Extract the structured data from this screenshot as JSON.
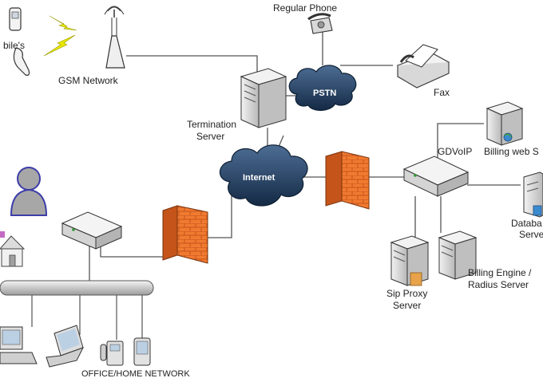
{
  "labels": {
    "mobiles": "bile's",
    "gsm_network": "GSM Network",
    "regular_phone": "Regular Phone",
    "pstn": "PSTN",
    "fax": "Fax",
    "termination_server_1": "Termination",
    "termination_server_2": "Server",
    "internet": "Internet",
    "gdvoip": "GDVoIP",
    "billing_web": "Billing web S",
    "database_1": "Databa",
    "database_2": "Serve",
    "billing_engine_1": "Billing Engine /",
    "billing_engine_2": "Radius Server",
    "sip_proxy_1": "Sip Proxy",
    "sip_proxy_2": "Server",
    "office_home": "OFFICE/HOME  NETWORK"
  },
  "colors": {
    "line": "#555555",
    "cloud": "#1f3a5c",
    "firewall": "#f07a30",
    "server": "#d9d9d9",
    "lightning": "#e8e800",
    "person": "#a7a7a7",
    "person_outline": "#3d3da8"
  }
}
